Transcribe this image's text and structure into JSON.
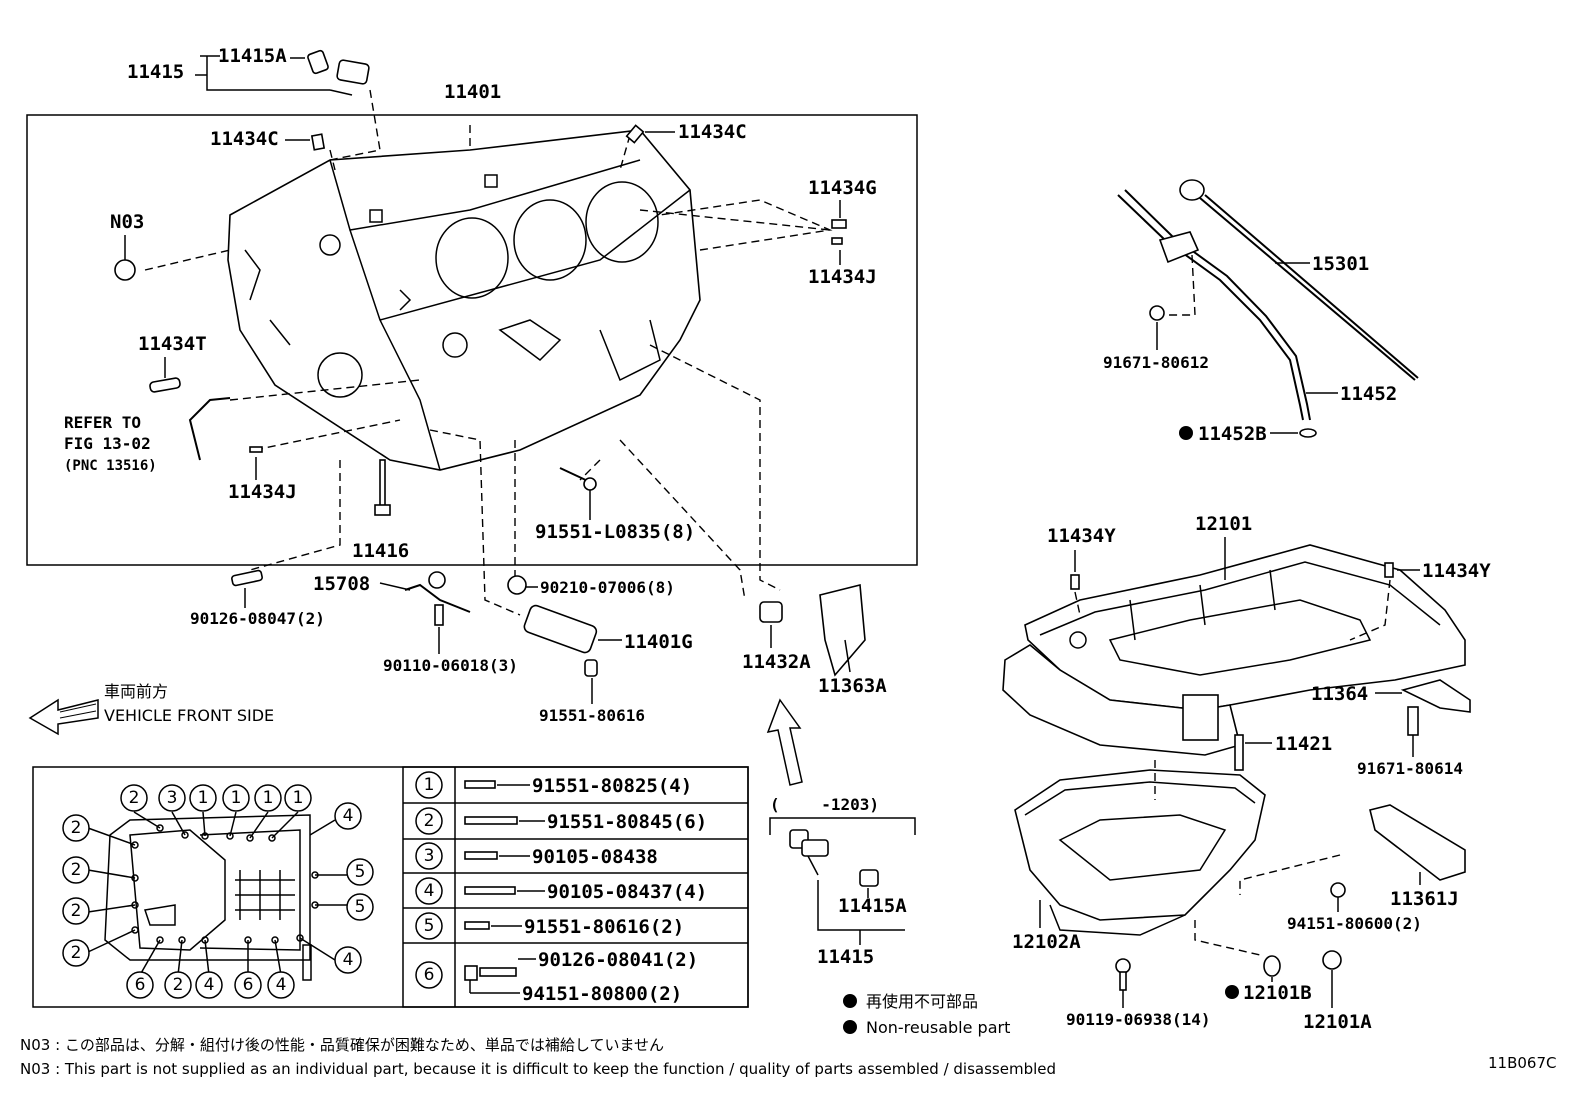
{
  "labels": {
    "p11401": "11401",
    "p11415_top": "11415",
    "p11415A_top": "11415A",
    "p11434C_left": "11434C",
    "p11434C_right": "11434C",
    "pN03": "N03",
    "p11434G": "11434G",
    "p11434J_right": "11434J",
    "p11434T": "11434T",
    "refer1": "REFER TO",
    "refer2": "FIG 13-02",
    "refer3": "(PNC 13516)",
    "p11434J_left": "11434J",
    "p11416": "11416",
    "p91551L0835": "91551-L0835(8)",
    "p15301": "15301",
    "p91671_80612": "91671-80612",
    "p11452": "11452",
    "p11452B": "11452B",
    "p90126_08047": "90126-08047(2)",
    "p15708": "15708",
    "p90210_07006": "90210-07006(8)",
    "p11401G": "11401G",
    "p90110_06018": "90110-06018(3)",
    "p11432A": "11432A",
    "p11363A": "11363A",
    "p91551_80616": "91551-80616",
    "front_jp": "車両前方",
    "front_en": "VEHICLE FRONT SIDE",
    "p11434Y_left": "11434Y",
    "p12101": "12101",
    "p11434Y_right": "11434Y",
    "p11364": "11364",
    "p11421": "11421",
    "p91671_80614": "91671-80614",
    "p11361J": "11361J",
    "p94151_80600": "94151-80600(2)",
    "p12102A": "12102A",
    "p90119_06938": "90119-06938(14)",
    "p12101B": "12101B",
    "p12101A": "12101A",
    "range": "(　　 -1203)",
    "p11415A_bottom": "11415A",
    "p11415_bottom": "11415",
    "legend_jp": "再使用不可部品",
    "legend_en": "Non-reusable part",
    "note_jp": "N03 : この部品は、分解・組付け後の性能・品質確保が困難なため、単品では補給していません",
    "note_en": "N03 : This part is not supplied as an individual part, because it is difficult to keep the function / quality of parts  assembled / disassembled",
    "fig_id": "11B067C"
  },
  "bolt_table": [
    {
      "num": "1",
      "parts": [
        "91551-80825(4)"
      ]
    },
    {
      "num": "2",
      "parts": [
        "91551-80845(6)"
      ]
    },
    {
      "num": "3",
      "parts": [
        "90105-08438"
      ]
    },
    {
      "num": "4",
      "parts": [
        "90105-08437(4)"
      ]
    },
    {
      "num": "5",
      "parts": [
        "91551-80616(2)"
      ]
    },
    {
      "num": "6",
      "parts": [
        "90126-08041(2)",
        "94151-80800(2)"
      ]
    }
  ],
  "bolt_map_numbers": [
    "2",
    "3",
    "1",
    "1",
    "1",
    "1",
    "4",
    "2",
    "5",
    "2",
    "5",
    "2",
    "2",
    "4",
    "6",
    "2",
    "4",
    "6",
    "4"
  ]
}
